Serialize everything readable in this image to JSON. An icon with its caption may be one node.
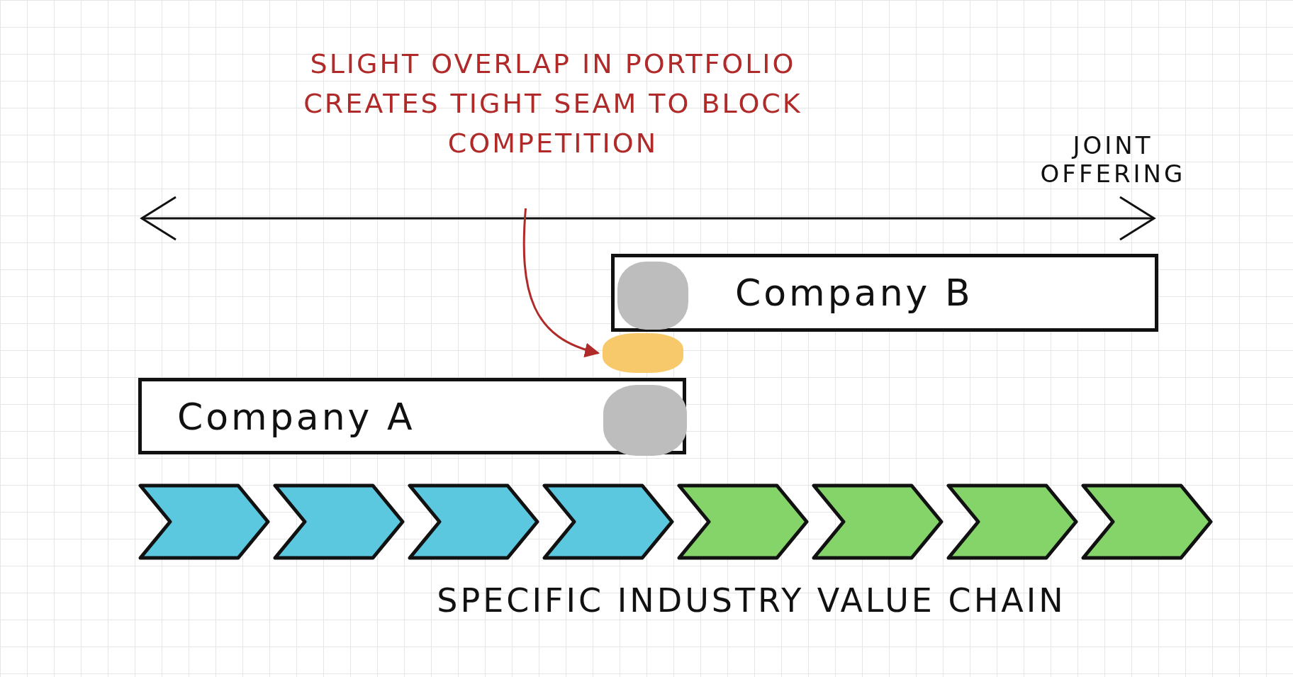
{
  "diagram": {
    "nodes": [
      {
        "text": [
          "SLIGHT OVERLAP IN PORTFOLIO CREATES TIGHT SEAM TO BLOCK COMPETITION"
        ]
      },
      {
        "text": [
          "Company B"
        ]
      },
      {
        "text": [],
        "shape": "cloud",
        "in": 1
      },
      {
        "text": [],
        "shape": "cloud"
      },
      {
        "text": [
          "Company A"
        ]
      },
      {
        "text": [],
        "shape": "cloud",
        "in": 4
      },
      {
        "text": [],
        "shape": "chevron"
      },
      {
        "text": [],
        "shape": "chevron"
      },
      {
        "text": [],
        "shape": "chevron"
      },
      {
        "text": [],
        "shape": "chevron"
      },
      {
        "text": [],
        "shape": "chevron"
      },
      {
        "text": [],
        "shape": "chevron"
      },
      {
        "text": [],
        "shape": "chevron"
      },
      {
        "text": [],
        "shape": "chevron"
      }
    ],
    "edges": [
      {
        "from": 0,
        "to": 3,
        "arrow": "to",
        "color": "#b02a2a"
      }
    ],
    "labels": [
      "JOINT OFFERING",
      "SPECIFIC INDUSTRY VALUE CHAIN"
    ]
  }
}
